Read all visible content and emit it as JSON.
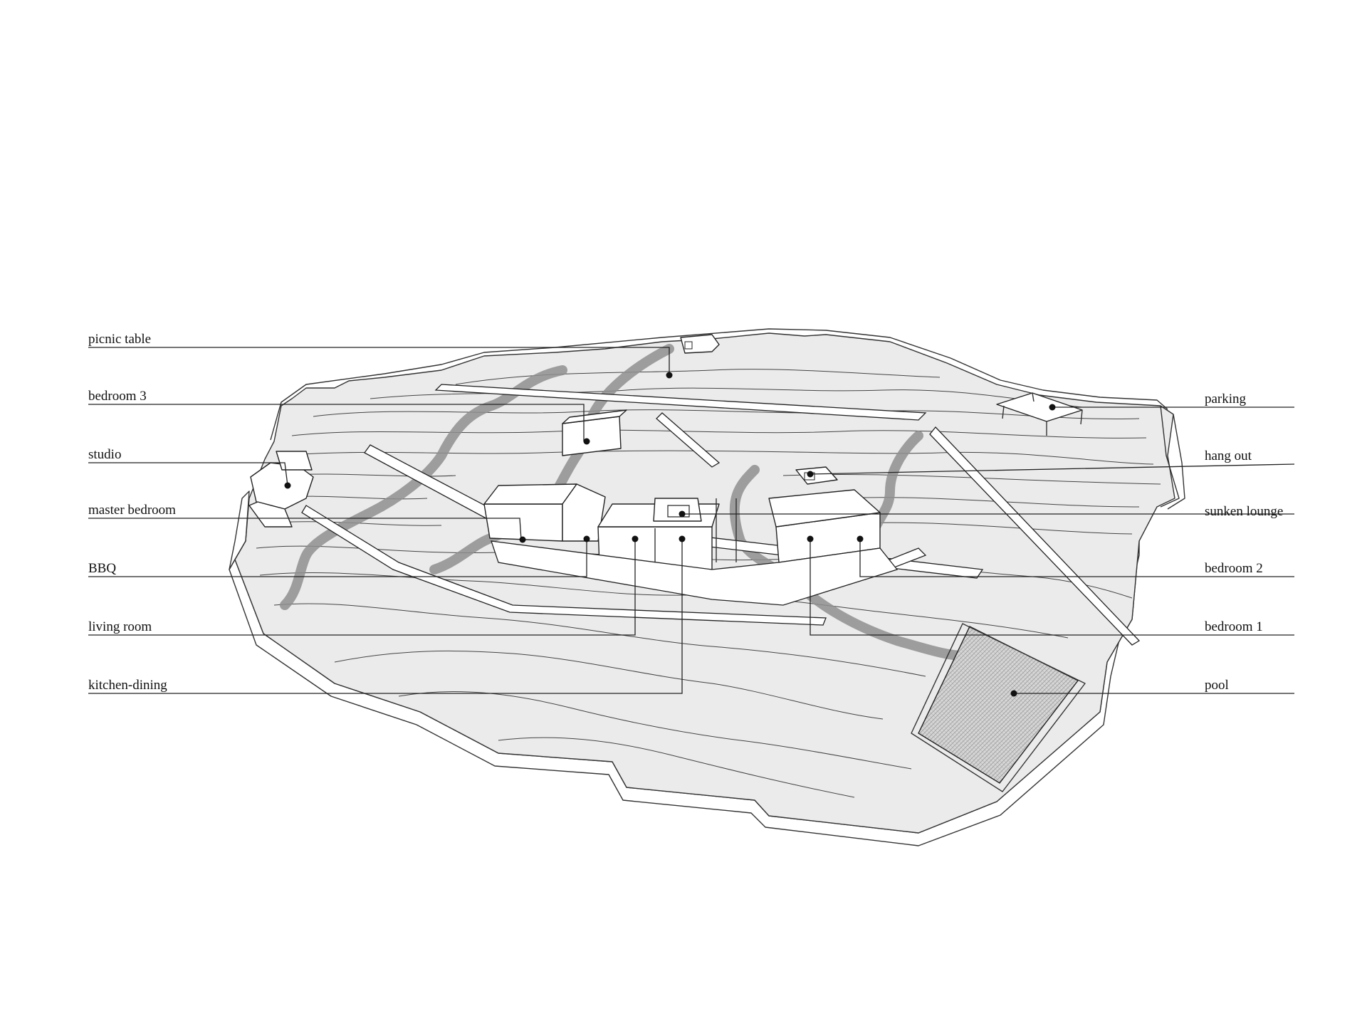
{
  "labels_left": [
    {
      "id": "picnic-table",
      "text": "picnic table"
    },
    {
      "id": "bedroom-3",
      "text": "bedroom 3"
    },
    {
      "id": "studio",
      "text": "studio"
    },
    {
      "id": "master-bedroom",
      "text": "master bedroom"
    },
    {
      "id": "bbq",
      "text": "BBQ"
    },
    {
      "id": "living-room",
      "text": "living room"
    },
    {
      "id": "kitchen-dining",
      "text": "kitchen-dining"
    }
  ],
  "labels_right": [
    {
      "id": "parking",
      "text": "parking"
    },
    {
      "id": "hang-out",
      "text": "hang out"
    },
    {
      "id": "sunken-lounge",
      "text": "sunken lounge"
    },
    {
      "id": "bedroom-2",
      "text": "bedroom 2"
    },
    {
      "id": "bedroom-1",
      "text": "bedroom 1"
    },
    {
      "id": "pool",
      "text": "pool"
    }
  ],
  "colors": {
    "terrain": "#ebebeb",
    "path": "#8f8f8f",
    "line": "#222222",
    "pool_hatch": "#bdbdbd",
    "background": "#ffffff"
  }
}
